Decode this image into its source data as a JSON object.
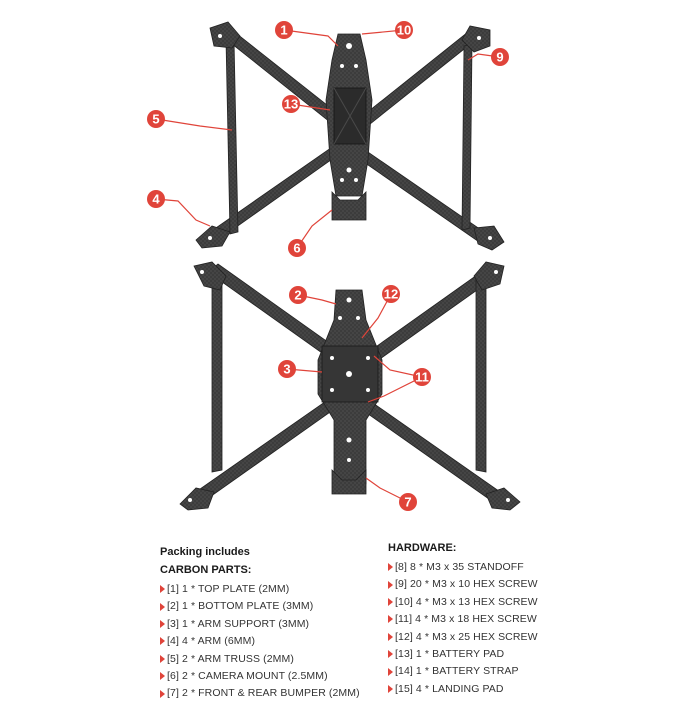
{
  "packing": {
    "title": "Packing includes",
    "carbon_heading": "CARBON PARTS:",
    "carbon_parts": [
      "[1] 1 * TOP PLATE (2MM)",
      "[2] 1 * BOTTOM PLATE (3MM)",
      "[3] 1 * ARM SUPPORT (3MM)",
      "[4] 4 * ARM (6MM)",
      "[5] 2 * ARM TRUSS (2MM)",
      "[6] 2 * CAMERA MOUNT (2.5MM)",
      "[7] 2 * FRONT & REAR BUMPER (2MM)"
    ],
    "hardware_heading": "HARDWARE:",
    "hardware": [
      "[8] 8 * M3 x 35 STANDOFF",
      "[9] 20 * M3 x 10 HEX SCREW",
      "[10] 4 * M3 x 13 HEX SCREW",
      "[11] 4 * M3 x 18 HEX SCREW",
      "[12] 4 * M3 x 25 HEX SCREW",
      "[13] 1 * BATTERY PAD",
      "[14] 1 * BATTERY STRAP",
      "[15] 4 * LANDING PAD"
    ]
  },
  "callouts": {
    "c1": "1",
    "c2": "2",
    "c3": "3",
    "c4": "4",
    "c5": "5",
    "c6": "6",
    "c7": "7",
    "c9": "9",
    "c10": "10",
    "c11": "11",
    "c12": "12",
    "c13": "13"
  },
  "colors": {
    "accent": "#e0443a",
    "carbon": "#3a3a3a",
    "carbon_edge": "#1f1f1f"
  }
}
